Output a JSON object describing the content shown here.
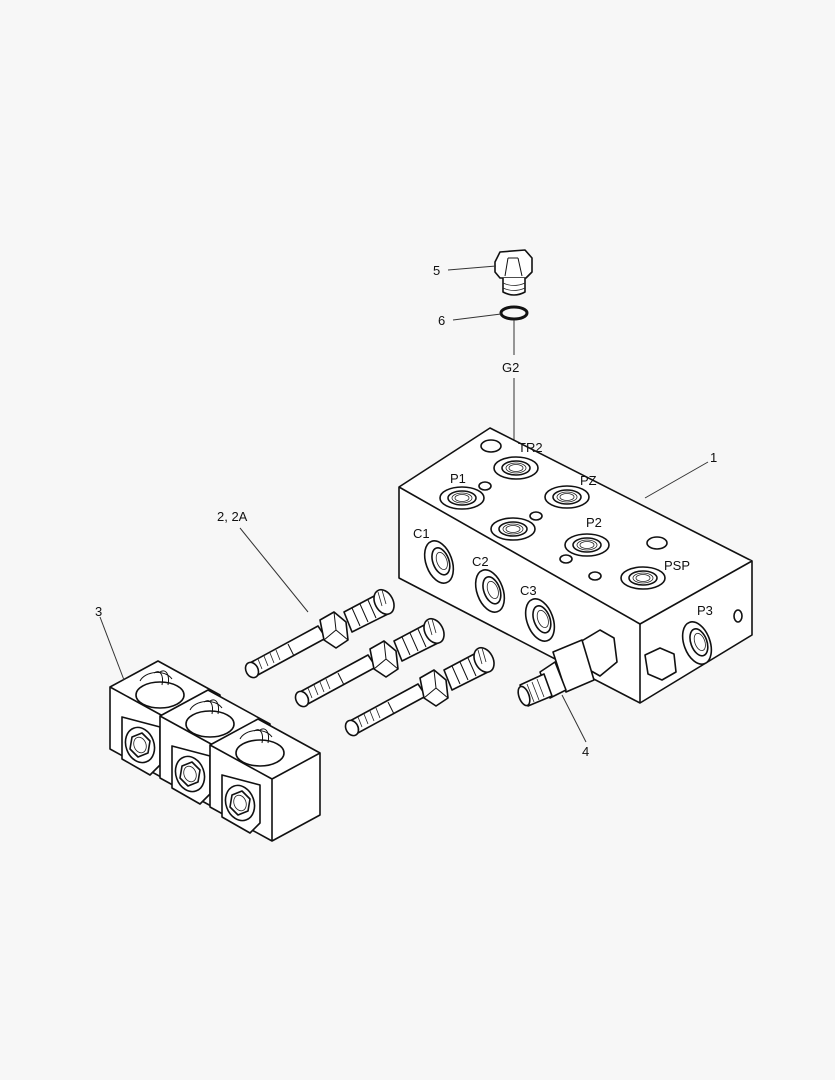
{
  "diagram": {
    "type": "exploded parts view",
    "subject": "hydraulic valve manifold block assembly",
    "background": "#f7f7f7",
    "line_color": "#111111"
  },
  "callouts": {
    "c1": "1",
    "c2": "2, 2A",
    "c3": "3",
    "c4": "4",
    "c5": "5",
    "c6": "6"
  },
  "ports": {
    "g2": "G2",
    "tr2": "TR2",
    "p1": "P1",
    "pz": "PZ",
    "p2": "P2",
    "psp": "PSP",
    "c1": "C1",
    "c2": "C2",
    "c3": "C3",
    "p3": "P3"
  }
}
